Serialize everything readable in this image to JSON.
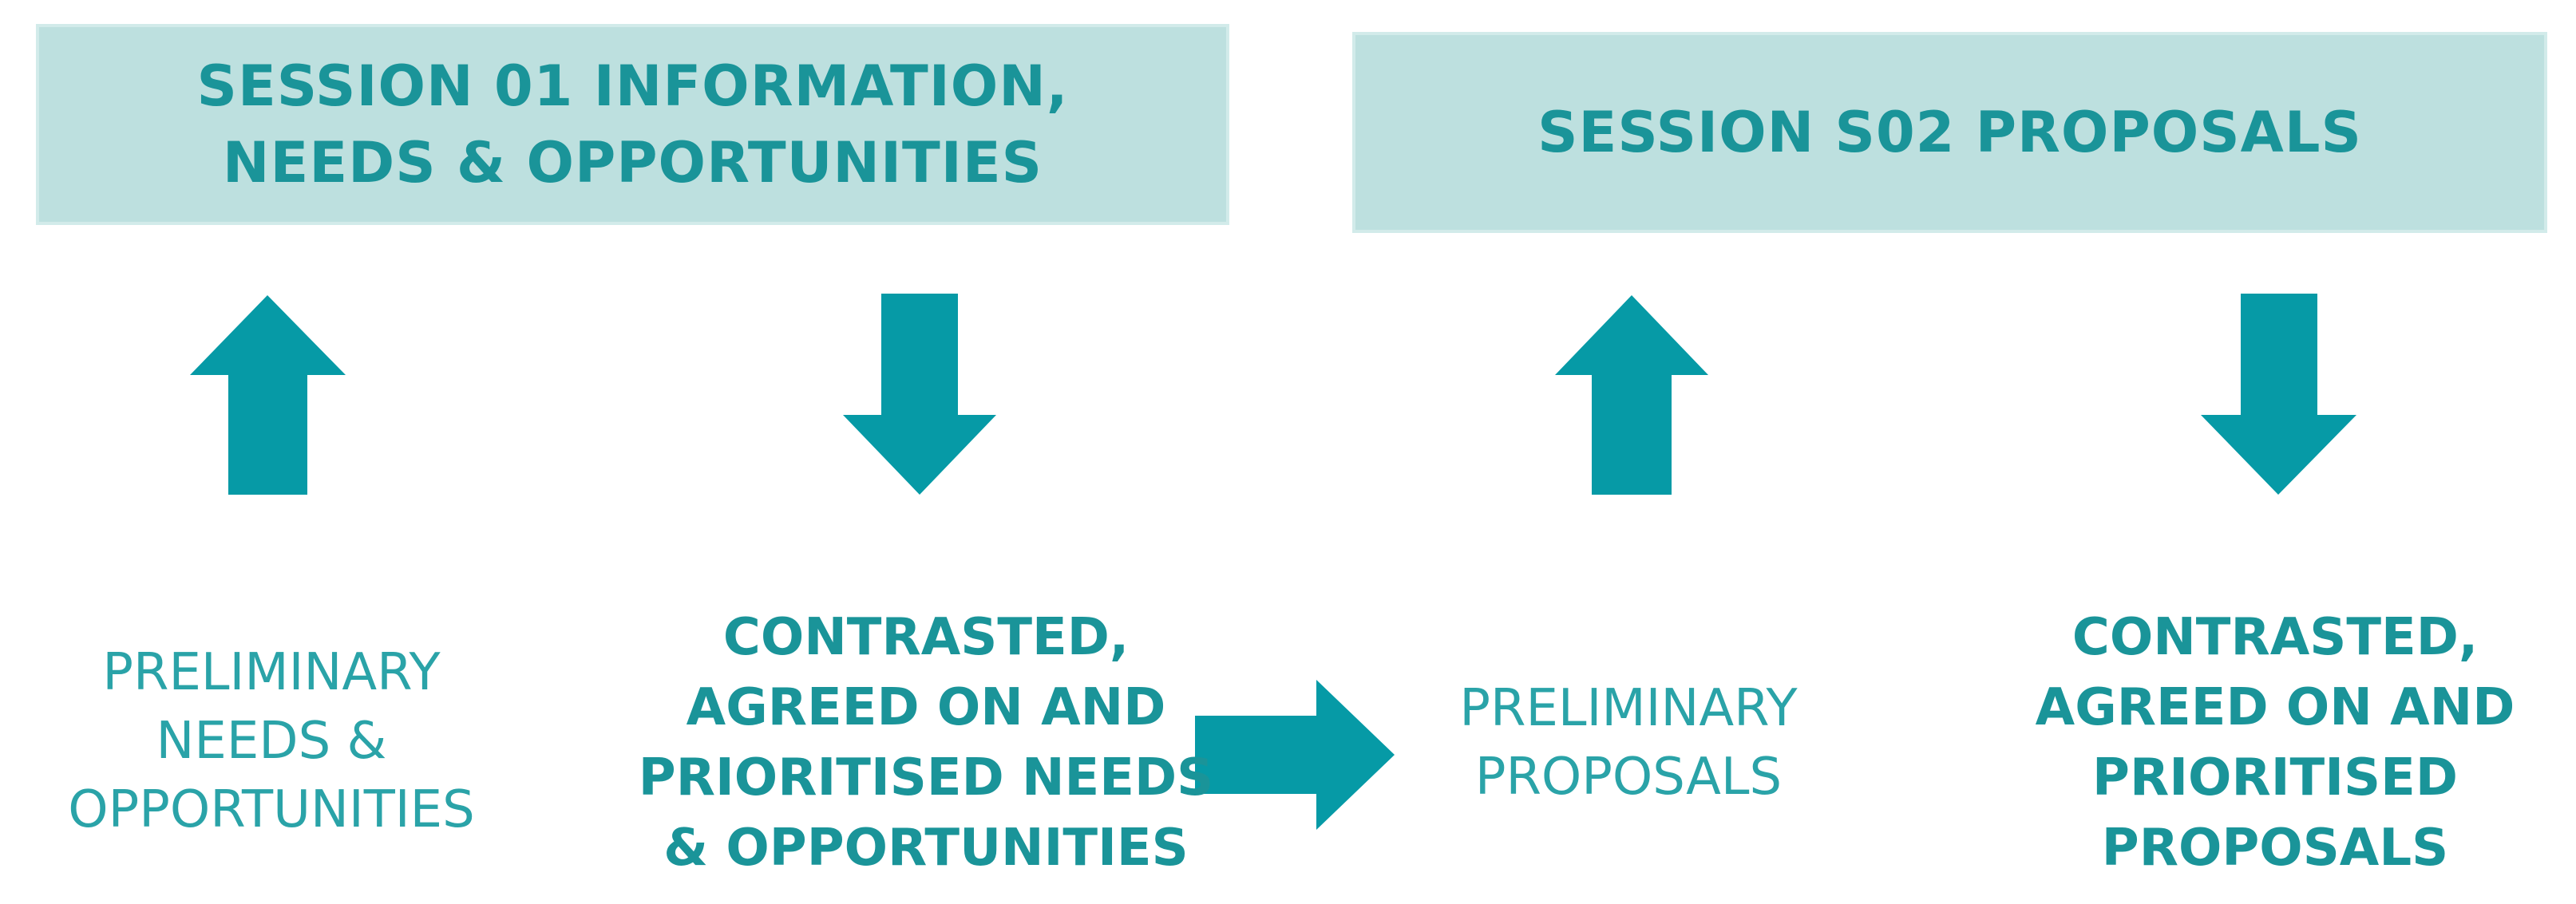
{
  "sessions": [
    {
      "title": "SESSION 01 INFORMATION,\nNEEDS & OPPORTUNITIES"
    },
    {
      "title": "SESSION S02 PROPOSALS"
    }
  ],
  "labels": {
    "preliminary_needs": "PRELIMINARY\nNEEDS &\nOPPORTUNITIES",
    "contrasted_needs": "CONTRASTED,\nAGREED ON AND\nPRIORITISED NEEDS\n& OPPORTUNITIES",
    "preliminary_proposals": "PRELIMINARY\nPROPOSALS",
    "contrasted_proposals": "CONTRASTED,\nAGREED ON AND\nPRIORITISED\nPROPOSALS"
  },
  "colors": {
    "box_fill": "#bde0df",
    "accent": "#1a9499",
    "arrow": "#069aa6"
  }
}
